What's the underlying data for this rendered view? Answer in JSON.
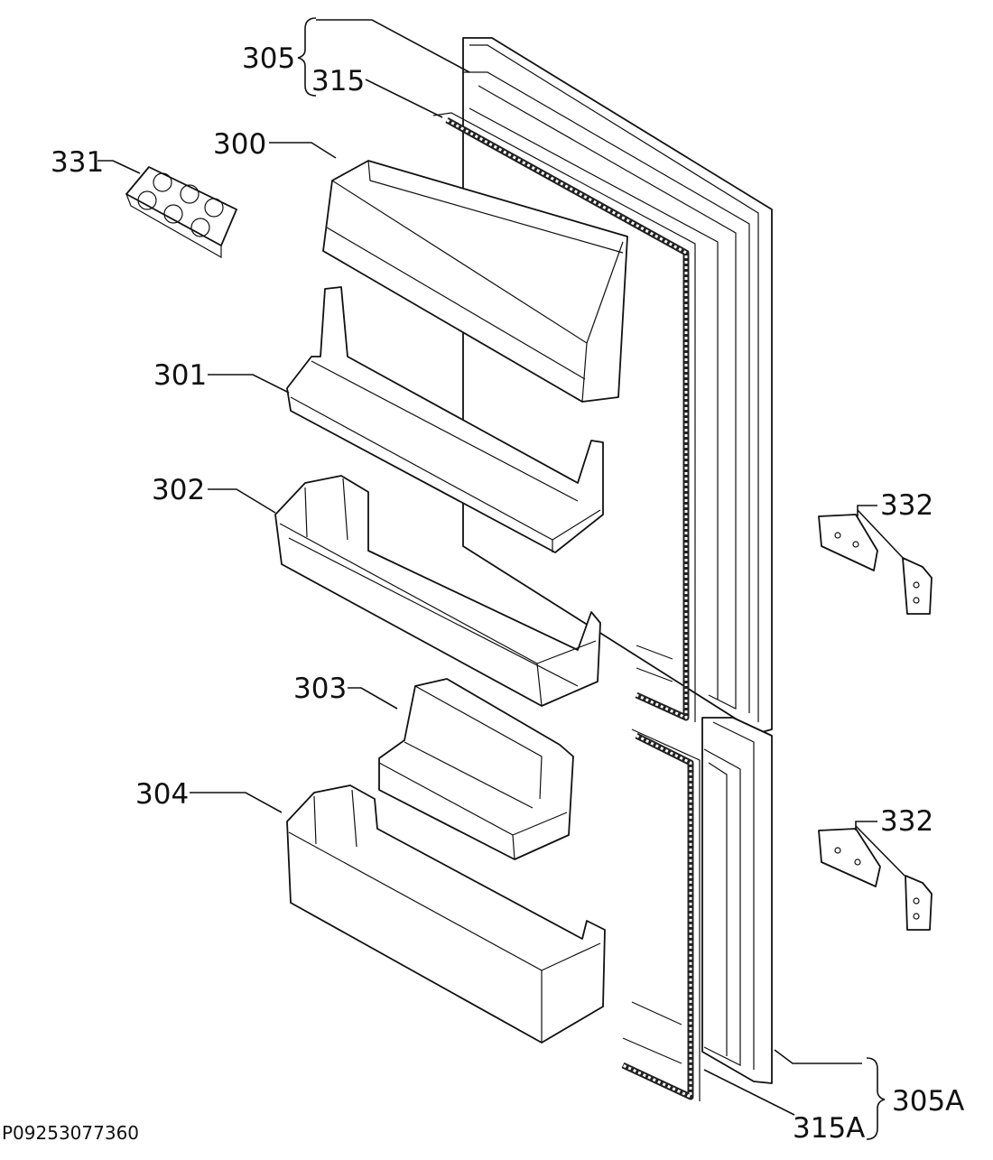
{
  "diagram": {
    "doc_code": "P09253077360",
    "parts": [
      {
        "id": "p300",
        "label": "300"
      },
      {
        "id": "p301",
        "label": "301"
      },
      {
        "id": "p302",
        "label": "302"
      },
      {
        "id": "p303",
        "label": "303"
      },
      {
        "id": "p304",
        "label": "304"
      },
      {
        "id": "p305",
        "label": "305"
      },
      {
        "id": "p305a",
        "label": "305A"
      },
      {
        "id": "p315",
        "label": "315"
      },
      {
        "id": "p315a",
        "label": "315A"
      },
      {
        "id": "p331",
        "label": "331"
      },
      {
        "id": "p332a",
        "label": "332"
      },
      {
        "id": "p332b",
        "label": "332"
      }
    ]
  }
}
